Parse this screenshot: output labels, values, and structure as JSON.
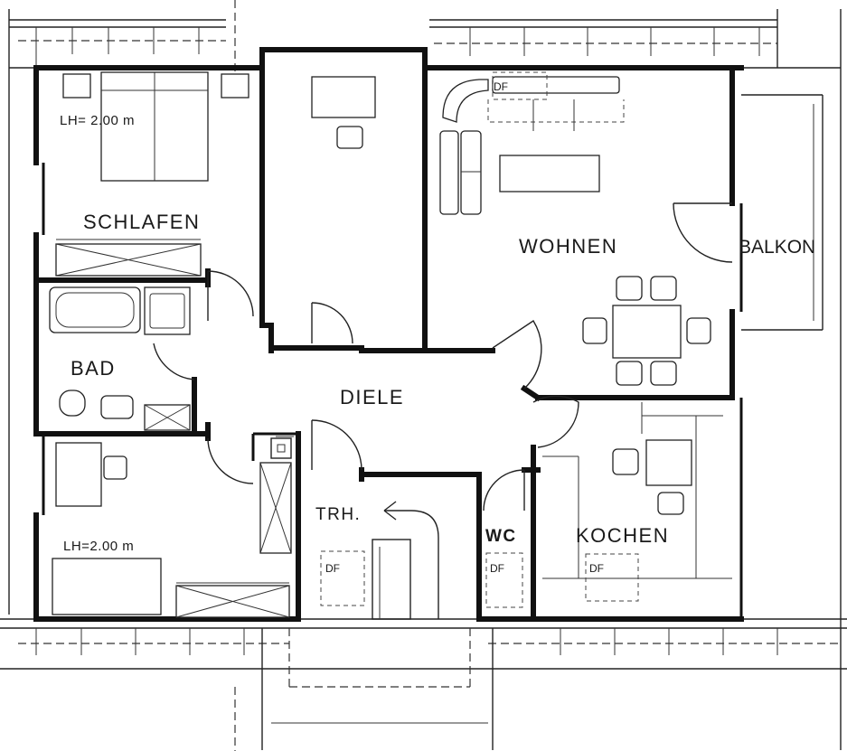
{
  "rooms": {
    "schlafen": "SCHLAFEN",
    "wohnen": "WOHNEN",
    "balkon": "BALKON",
    "bad": "BAD",
    "diele": "DIELE",
    "trh": "TRH.",
    "wc": "WC",
    "kochen": "KOCHEN"
  },
  "notes": {
    "lh_schlafen": "LH= 2.00 m",
    "lh_kinder": "LH=2.00 m"
  },
  "df_labels": {
    "wohnen": "DF",
    "treppe": "DF",
    "wc": "DF",
    "kochen": "DF"
  },
  "colors": {
    "ink": "#111111",
    "paper": "#ffffff"
  }
}
